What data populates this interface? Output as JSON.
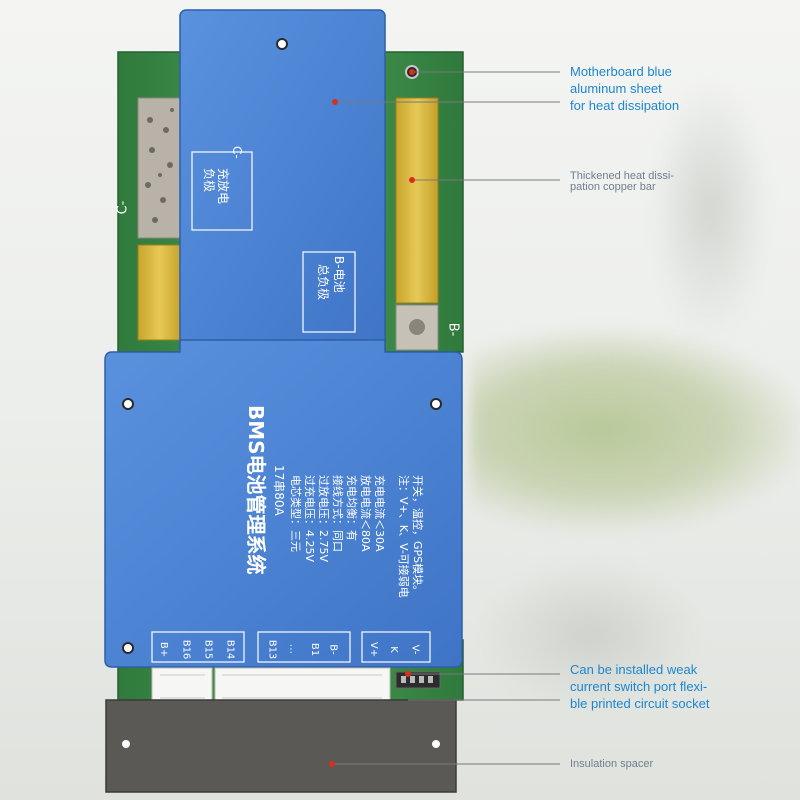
{
  "callouts": {
    "heat_sheet": [
      "Motherboard blue",
      "aluminum sheet",
      "for heat dissipation"
    ],
    "copper_bar": [
      "Thickened heat dissi-",
      "pation copper bar"
    ],
    "weak_port": [
      "Can be installed weak",
      "current switch port flexi-",
      "ble printed circuit socket"
    ],
    "spacer": "Insulation spacer"
  },
  "board": {
    "edge_label_left": "C-",
    "edge_label_right": "B-",
    "c_plate": [
      "C-",
      "充放电",
      "负极"
    ],
    "b_plate": [
      "B-电池",
      "总负极"
    ],
    "title": "BMS电池管理系统",
    "subtitle": "17串80A",
    "specs": [
      "电芯类型：三元",
      "过充电压：4.25V",
      "过放电压：2.75V",
      "接线方式：同口",
      "充电均衡：有",
      "放电电流＜80A",
      "充电电流＜30A"
    ],
    "note": [
      "注：V+、K、V-可接弱电",
      "开关，温控，GPS模块。"
    ],
    "pins_group1": [
      "B+",
      "B16",
      "B15",
      "B14"
    ],
    "pins_group2": [
      "B13",
      "⋮",
      "B1",
      "B-"
    ],
    "pins_group3": [
      "V+",
      "K",
      "V-"
    ]
  },
  "colors": {
    "blue_sheet": "#4f86d6",
    "pcb_green": "#3f8f4c",
    "copper": "#d9b83c",
    "callout_text": "#1d86d1"
  }
}
